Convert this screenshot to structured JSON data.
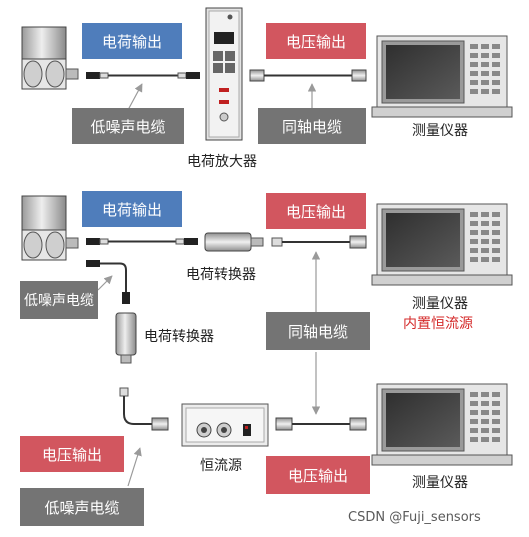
{
  "top": {
    "charge_output": "电荷输出",
    "voltage_output": "电压输出",
    "low_noise_cable": "低噪声电缆",
    "coax_cable": "同轴电缆",
    "charge_amplifier": "电荷放大器",
    "instrument": "测量仪器"
  },
  "bottom": {
    "charge_output": "电荷输出",
    "voltage_output_top": "电压输出",
    "charge_converter_right": "电荷转换器",
    "low_noise_cable_left": "低噪声电缆",
    "charge_converter_left": "电荷转换器",
    "coax_cable": "同轴电缆",
    "instrument_top": "测量仪器",
    "instrument_top_note": "内置恒流源",
    "voltage_output_left": "电压输出",
    "constant_current_source": "恒流源",
    "low_noise_cable_bottom": "低噪声电缆",
    "voltage_output_bottom": "电压输出",
    "instrument_bottom": "测量仪器"
  },
  "watermark": "CSDN @Fuji_sensors",
  "colors": {
    "blue_box": "#4f7dbb",
    "red_box": "#d2565f",
    "gray_box": "#747474",
    "note_red": "#d42a2a"
  }
}
